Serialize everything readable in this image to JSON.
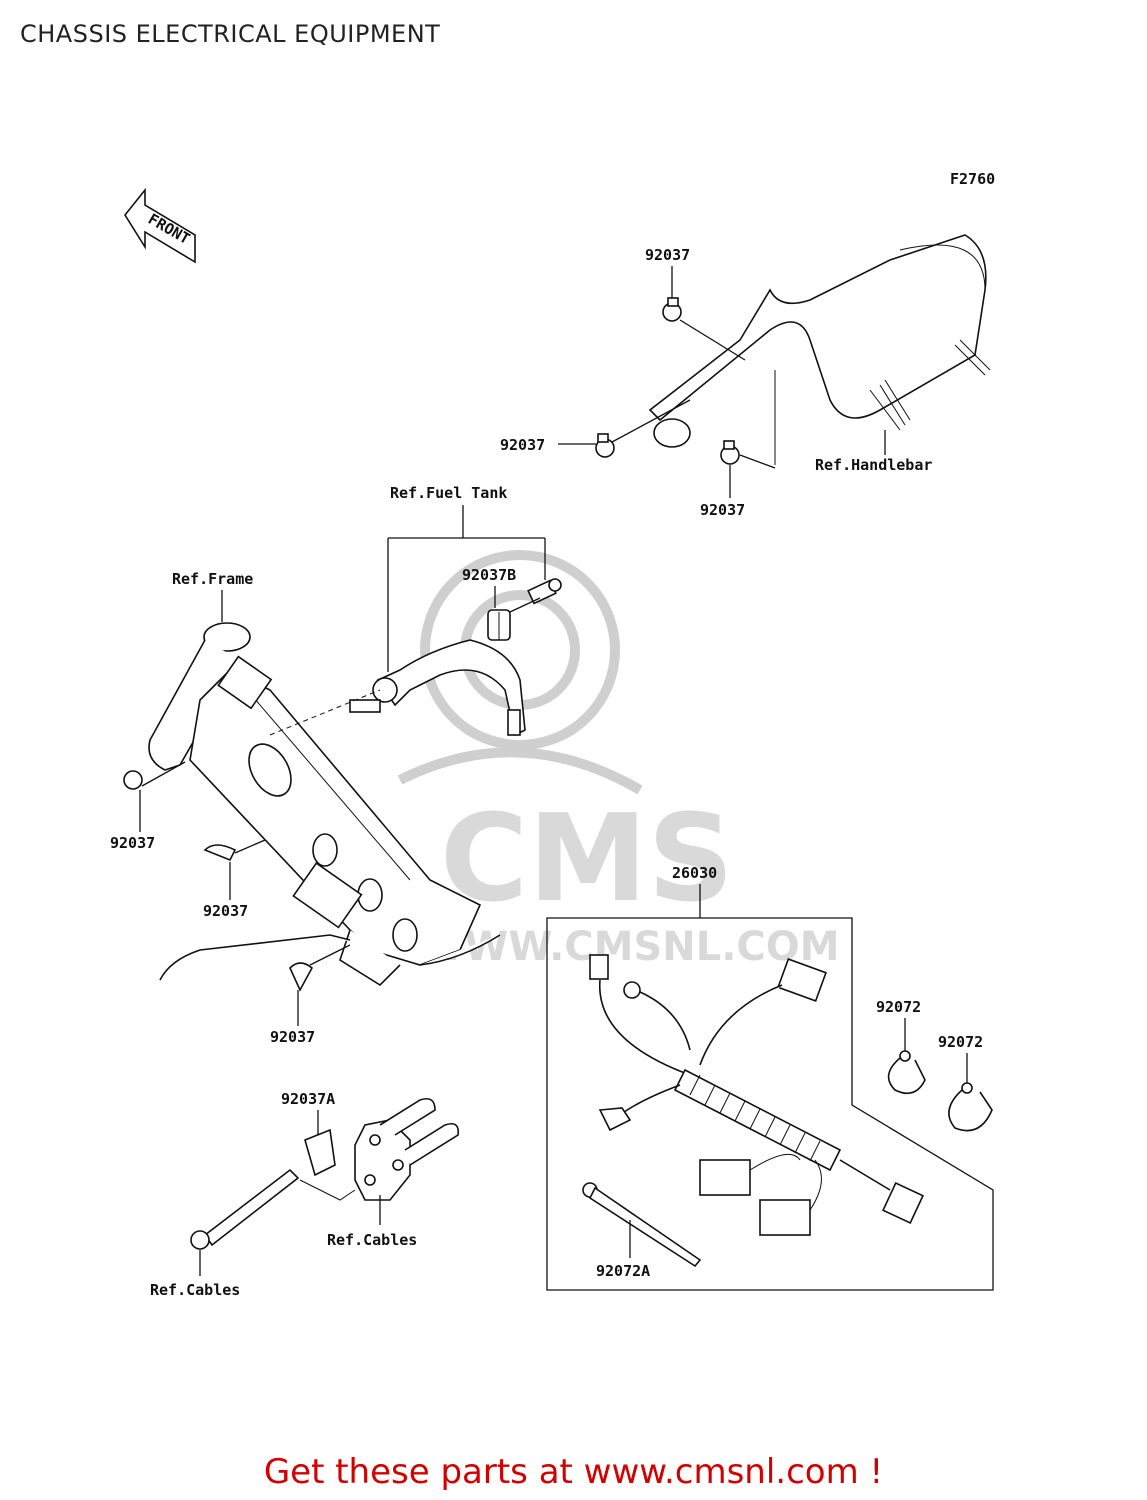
{
  "title": "CHASSIS ELECTRICAL EQUIPMENT",
  "figure_code": "F2760",
  "front_arrow": "FRONT",
  "refs": {
    "handlebar": "Ref.Handlebar",
    "fuel_tank": "Ref.Fuel Tank",
    "frame": "Ref.Frame",
    "cables_a": "Ref.Cables",
    "cables_b": "Ref.Cables"
  },
  "parts": {
    "p1": "92037",
    "p2": "92037",
    "p3": "92037",
    "p4": "92037B",
    "p5": "92037",
    "p6": "92037",
    "p7": "92037",
    "p8": "92037A",
    "p9": "26030",
    "p10": "92072",
    "p11": "92072",
    "p12": "92072A"
  },
  "watermark": {
    "brand": "CMS",
    "url": "WWW.CMSNL.COM"
  },
  "footer": "Get these parts at www.cmsnl.com !"
}
